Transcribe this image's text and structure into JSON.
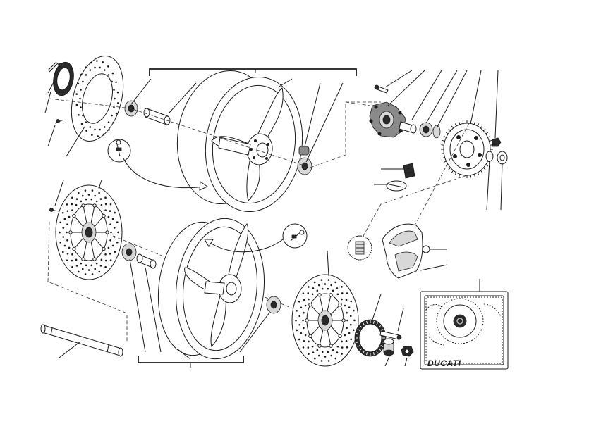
{
  "diagram": {
    "type": "exploded-parts-view",
    "parts": [
      "front-wheel-assembly",
      "rear-wheel-assembly",
      "front-brake-disc-left",
      "front-brake-disc-right",
      "rear-brake-disc",
      "rear-sprocket",
      "sprocket-flange",
      "chain-guard",
      "wheel-axle",
      "spacer",
      "bearings",
      "valve-stem",
      "front-sprocket",
      "abs-tone-wheel"
    ],
    "logo_text": "DUCATI"
  }
}
